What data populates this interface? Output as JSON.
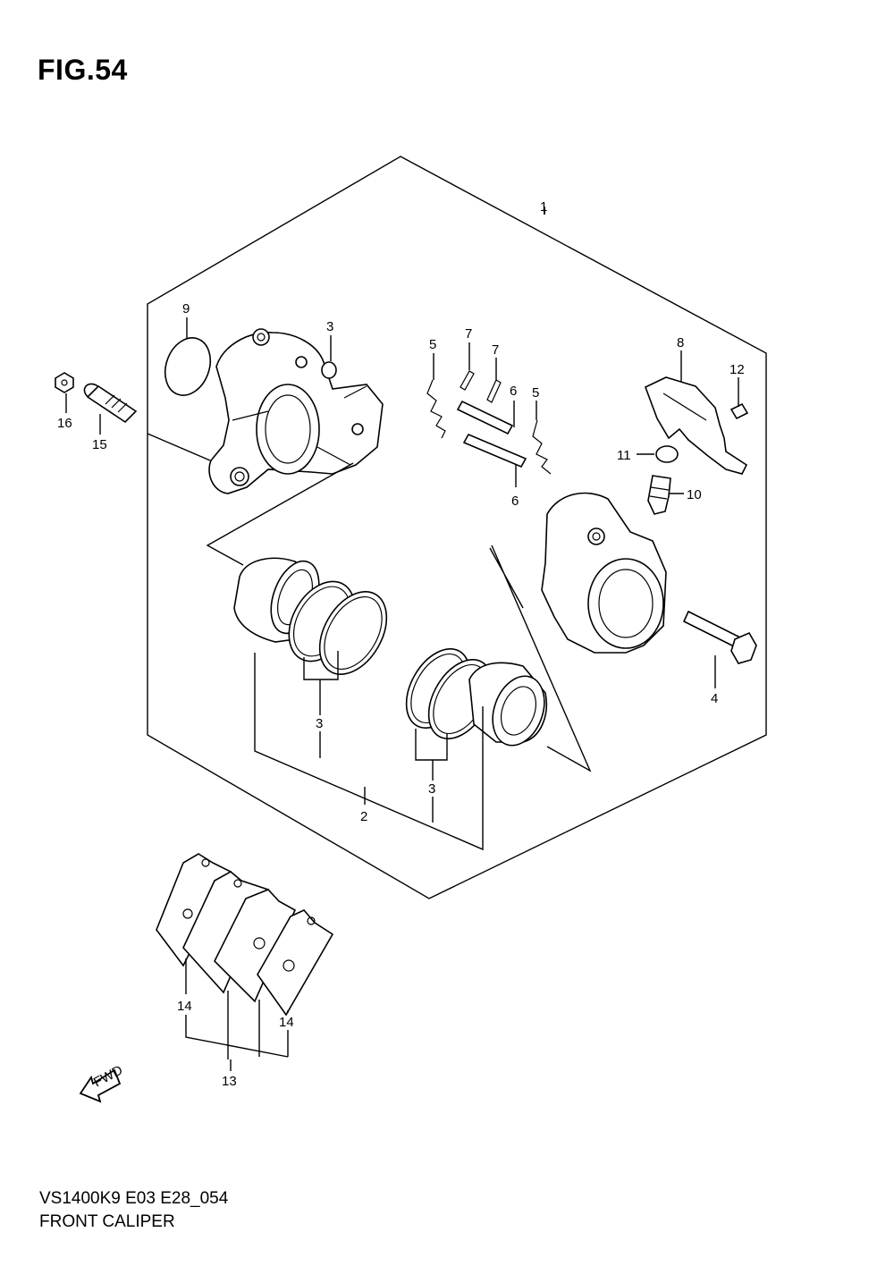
{
  "figure": {
    "title": "FIG.54"
  },
  "footer": {
    "model_code": "VS1400K9 E03 E28_054",
    "part_name": "FRONT CALIPER"
  },
  "fwd_label": "FWD",
  "callouts": {
    "c1": "1",
    "c2": "2",
    "c3a": "3",
    "c3b": "3",
    "c3c": "3",
    "c4": "4",
    "c5a": "5",
    "c5b": "5",
    "c6a": "6",
    "c6b": "6",
    "c7a": "7",
    "c7b": "7",
    "c8": "8",
    "c9": "9",
    "c10": "10",
    "c11": "11",
    "c12": "12",
    "c13": "13",
    "c14a": "14",
    "c14b": "14",
    "c15": "15",
    "c16": "16"
  }
}
